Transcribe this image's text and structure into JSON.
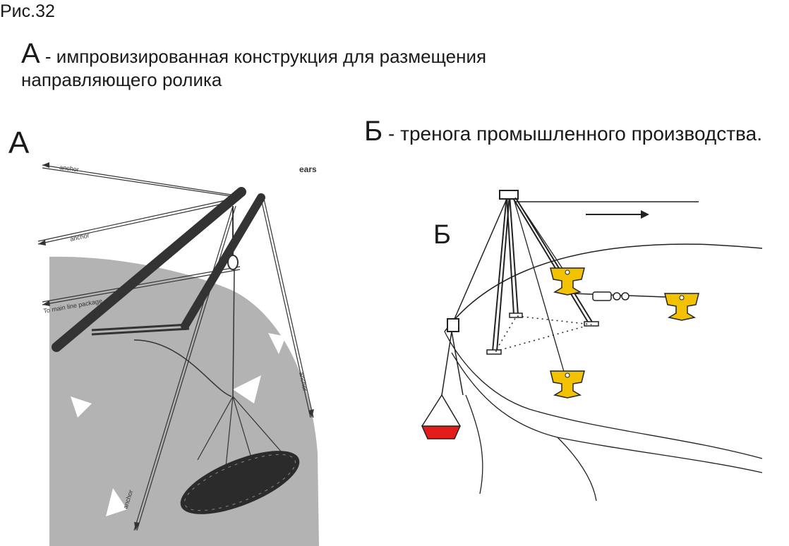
{
  "figure_number": "Рис.32",
  "caption_a": {
    "letter": "А",
    "dash": " - ",
    "text": "импровизированная конструкция для размещения",
    "text_line2": "направляющего ролика"
  },
  "caption_b": {
    "letter": "Б",
    "dash": " - ",
    "text": "тренога промышленного производства."
  },
  "panel_a": {
    "label": "А",
    "annotations": {
      "anchor_top": "anchor",
      "anchor_mid": "anchor",
      "main_line": "To main line package",
      "anchor_right": "anchor",
      "anchor_bottom": "anchor",
      "cropped": "ears"
    },
    "colors": {
      "rock": "#b3b3b3",
      "pole": "#333333"
    }
  },
  "panel_b": {
    "label": "Б",
    "colors": {
      "anchor": "#f2c200",
      "weight": "#e31b1b"
    }
  }
}
